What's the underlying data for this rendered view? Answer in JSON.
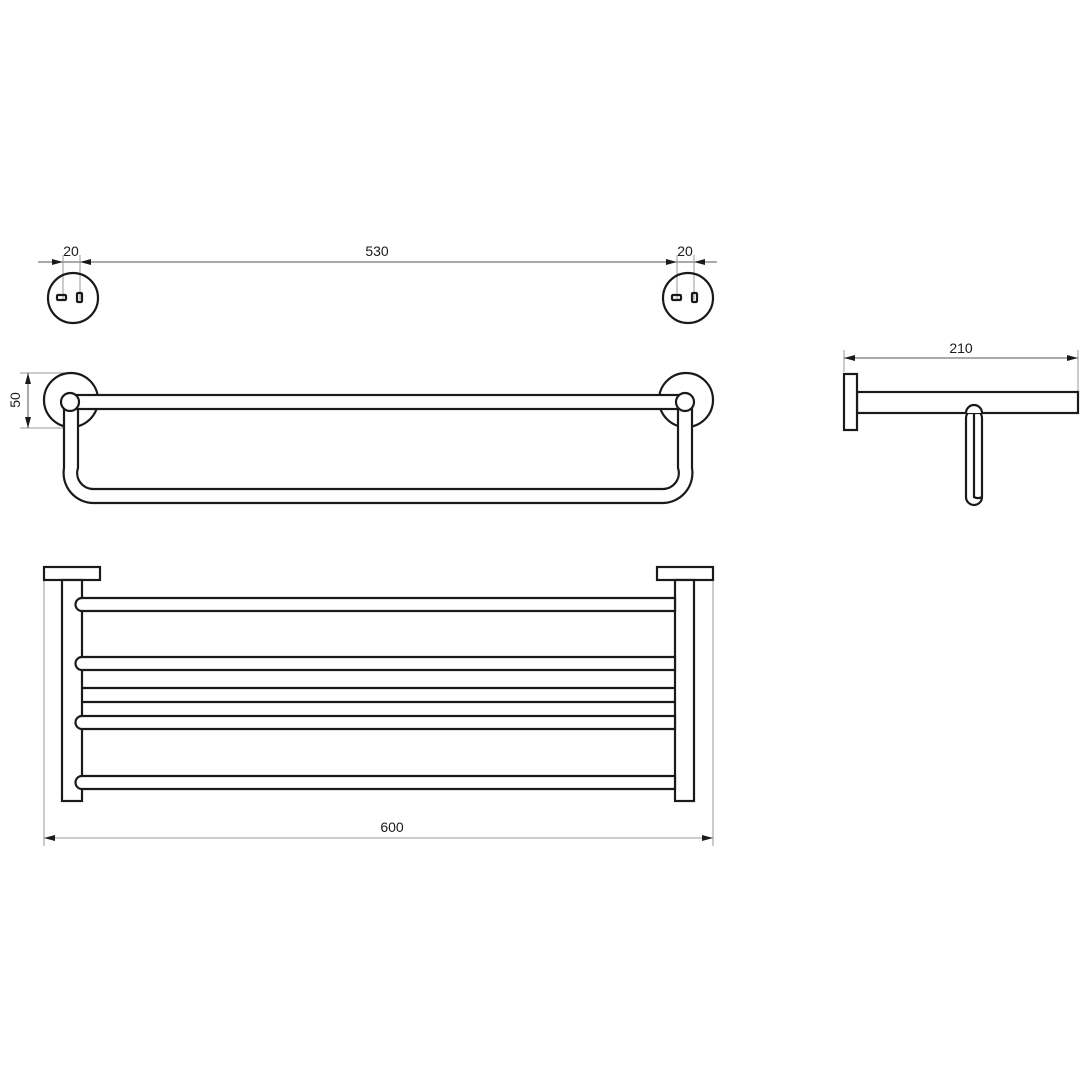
{
  "dimensions": {
    "left_hole_spacing": "20",
    "mount_spacing": "530",
    "right_hole_spacing": "20",
    "rosette_height": "50",
    "depth": "210",
    "overall_width": "600"
  },
  "colors": {
    "line": "#1a1a1a",
    "dimension": "#9a9a9a"
  }
}
